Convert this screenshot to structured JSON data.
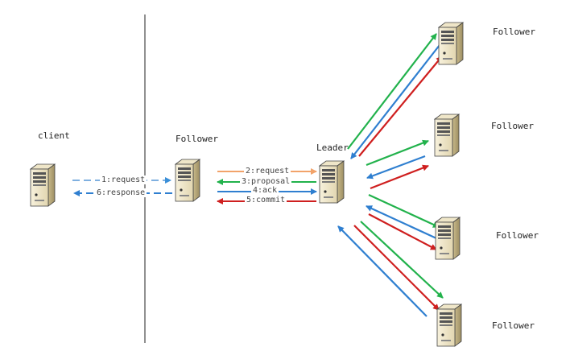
{
  "nodes": {
    "client": "client",
    "follower_main": "Follower",
    "leader": "Leader",
    "follower_1": "Follower",
    "follower_2": "Follower",
    "follower_3": "Follower",
    "follower_4": "Follower"
  },
  "edges": {
    "request_client": "1:request",
    "response_client": "6:response",
    "request_leader": "2:request",
    "proposal": "3:proposal",
    "ack": "4:ack",
    "commit": "5:commit"
  },
  "colors": {
    "request": "#f2a36a",
    "proposal": "#22b24c",
    "ack": "#2f7fd0",
    "commit": "#cf1f1f",
    "client_link": "#3a8fd8"
  }
}
